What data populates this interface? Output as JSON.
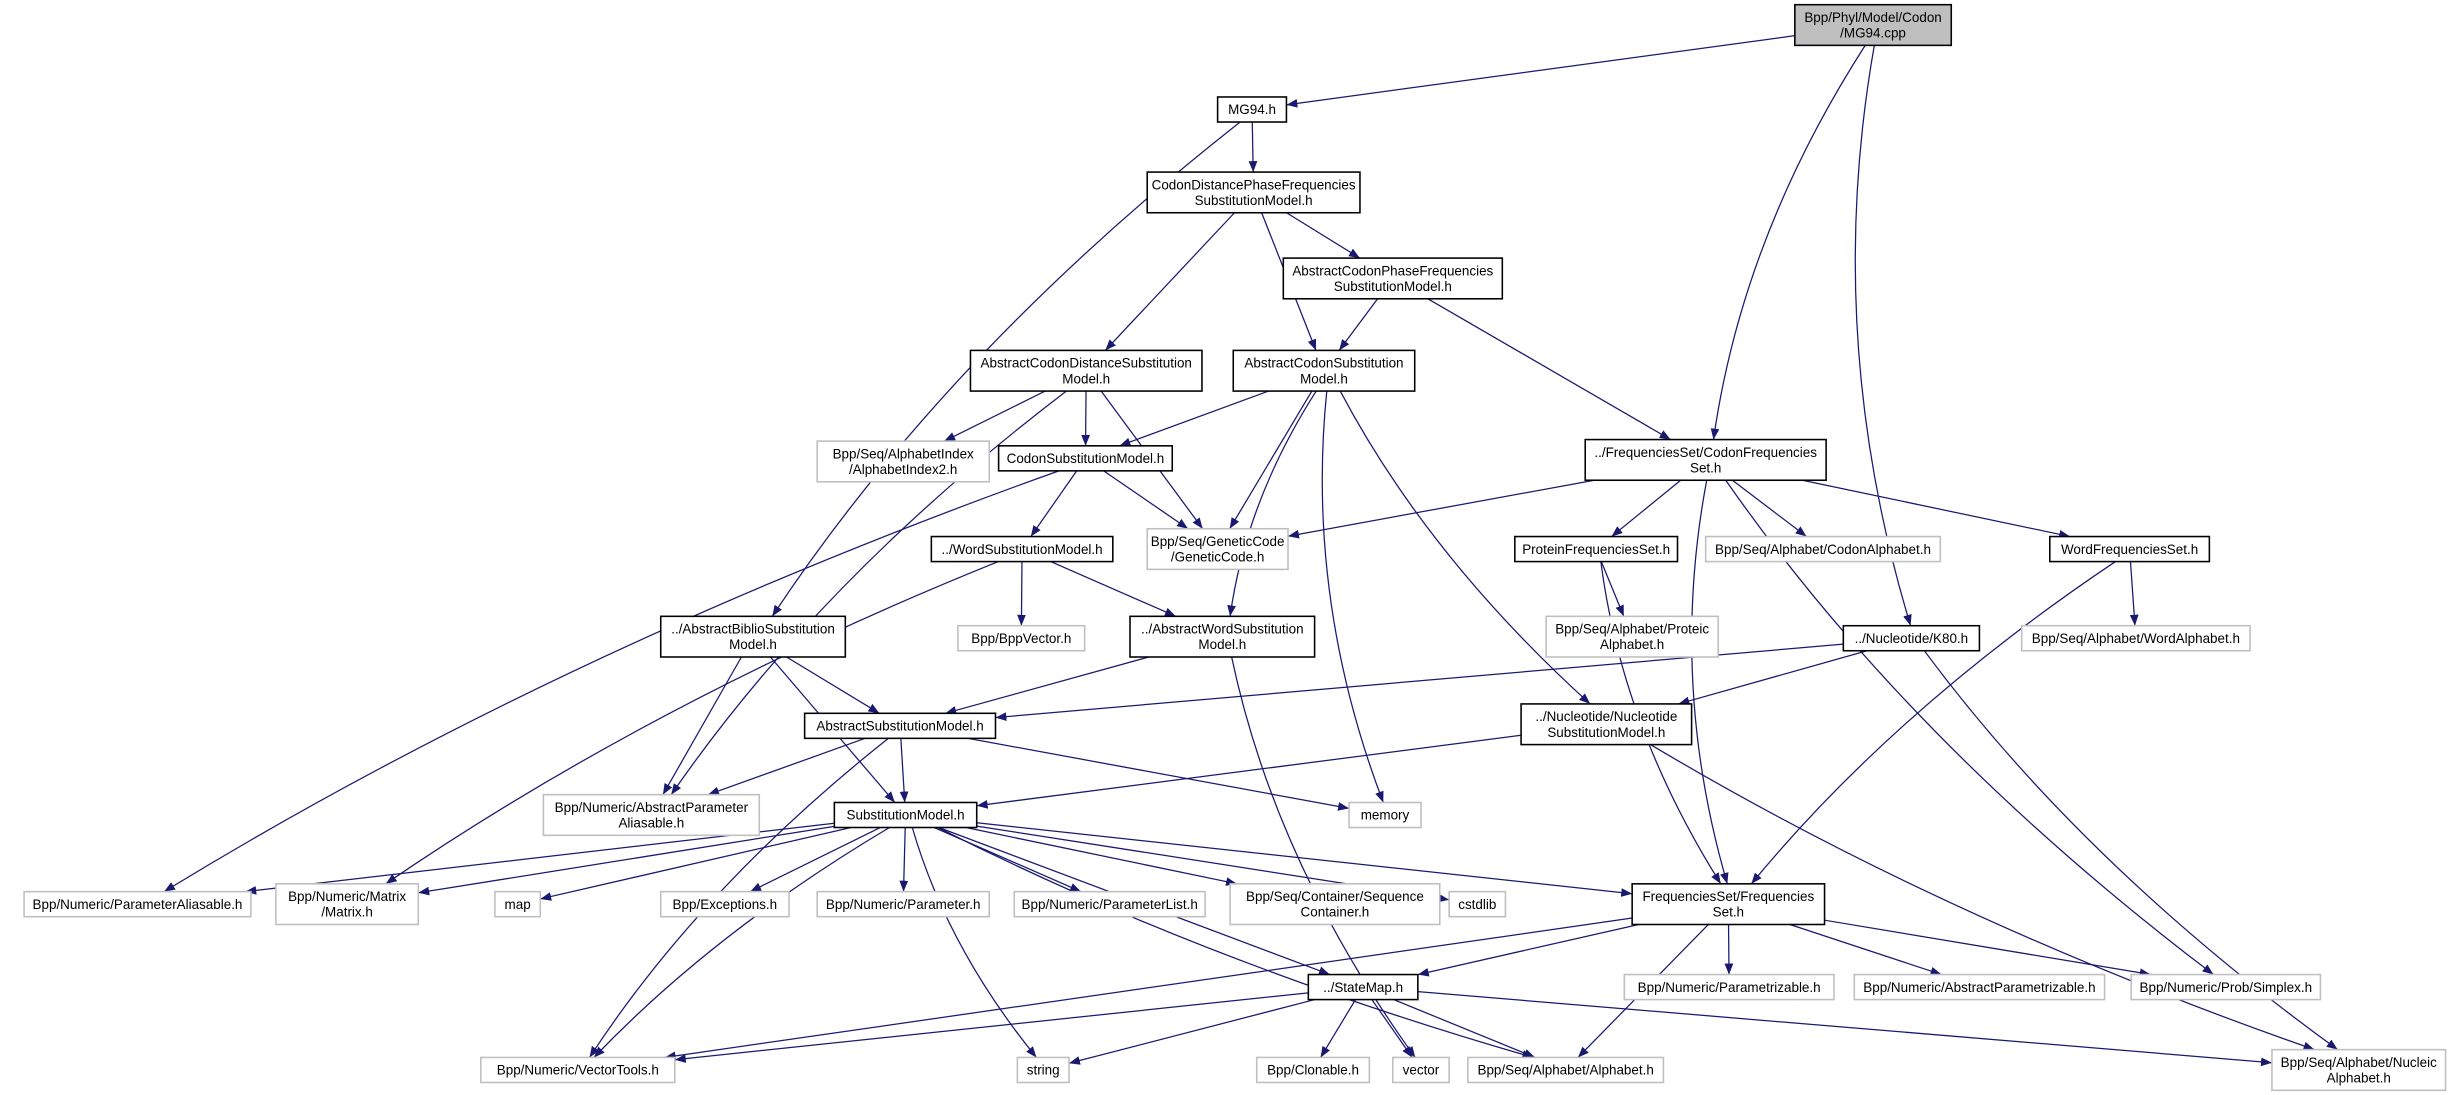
{
  "diagram": {
    "type": "include-dependency-graph",
    "colors": {
      "edge": "#191970",
      "root_fill": "#bfbfbf",
      "root_border": "#000000",
      "documented_border": "#000000",
      "external_border": "#bfbfbf"
    },
    "nodes": [
      {
        "id": "cpp",
        "label": [
          "Bpp/Phyl/Model/Codon",
          "/MG94.cpp"
        ],
        "kind": "root"
      },
      {
        "id": "mg94h",
        "label": [
          "MG94.h"
        ],
        "kind": "doc"
      },
      {
        "id": "cdpf",
        "label": [
          "CodonDistancePhaseFrequencies",
          "SubstitutionModel.h"
        ],
        "kind": "doc"
      },
      {
        "id": "acpf",
        "label": [
          "AbstractCodonPhaseFrequencies",
          "SubstitutionModel.h"
        ],
        "kind": "doc"
      },
      {
        "id": "acds",
        "label": [
          "AbstractCodonDistanceSubstitution",
          "Model.h"
        ],
        "kind": "doc"
      },
      {
        "id": "acs",
        "label": [
          "AbstractCodonSubstitution",
          "Model.h"
        ],
        "kind": "doc"
      },
      {
        "id": "cfs",
        "label": [
          "../FrequenciesSet/CodonFrequencies",
          "Set.h"
        ],
        "kind": "doc"
      },
      {
        "id": "ai2",
        "label": [
          "Bpp/Seq/AlphabetIndex",
          "/AlphabetIndex2.h"
        ],
        "kind": "ext"
      },
      {
        "id": "csm",
        "label": [
          "CodonSubstitutionModel.h"
        ],
        "kind": "doc"
      },
      {
        "id": "gc",
        "label": [
          "Bpp/Seq/GeneticCode",
          "/GeneticCode.h"
        ],
        "kind": "ext"
      },
      {
        "id": "pfs",
        "label": [
          "ProteinFrequenciesSet.h"
        ],
        "kind": "doc"
      },
      {
        "id": "ca",
        "label": [
          "Bpp/Seq/Alphabet/CodonAlphabet.h"
        ],
        "kind": "ext"
      },
      {
        "id": "wfs",
        "label": [
          "WordFrequenciesSet.h"
        ],
        "kind": "doc"
      },
      {
        "id": "wsm",
        "label": [
          "../WordSubstitutionModel.h"
        ],
        "kind": "doc"
      },
      {
        "id": "bv",
        "label": [
          "Bpp/BppVector.h"
        ],
        "kind": "ext"
      },
      {
        "id": "aws",
        "label": [
          "../AbstractWordSubstitution",
          "Model.h"
        ],
        "kind": "doc"
      },
      {
        "id": "abs",
        "label": [
          "../AbstractBiblioSubstitution",
          "Model.h"
        ],
        "kind": "doc"
      },
      {
        "id": "pa",
        "label": [
          "Bpp/Seq/Alphabet/Proteic",
          "Alphabet.h"
        ],
        "kind": "ext"
      },
      {
        "id": "k80",
        "label": [
          "../Nucleotide/K80.h"
        ],
        "kind": "doc"
      },
      {
        "id": "wa",
        "label": [
          "Bpp/Seq/Alphabet/WordAlphabet.h"
        ],
        "kind": "ext"
      },
      {
        "id": "asm",
        "label": [
          "AbstractSubstitutionModel.h"
        ],
        "kind": "doc"
      },
      {
        "id": "nsm",
        "label": [
          "../Nucleotide/Nucleotide",
          "SubstitutionModel.h"
        ],
        "kind": "doc"
      },
      {
        "id": "apa",
        "label": [
          "Bpp/Numeric/AbstractParameter",
          "Aliasable.h"
        ],
        "kind": "ext"
      },
      {
        "id": "mem",
        "label": [
          "memory"
        ],
        "kind": "ext"
      },
      {
        "id": "sm",
        "label": [
          "SubstitutionModel.h"
        ],
        "kind": "doc"
      },
      {
        "id": "pal",
        "label": [
          "Bpp/Numeric/ParameterAliasable.h"
        ],
        "kind": "ext"
      },
      {
        "id": "mat",
        "label": [
          "Bpp/Numeric/Matrix",
          "/Matrix.h"
        ],
        "kind": "ext"
      },
      {
        "id": "map",
        "label": [
          "map"
        ],
        "kind": "ext"
      },
      {
        "id": "exc",
        "label": [
          "Bpp/Exceptions.h"
        ],
        "kind": "ext"
      },
      {
        "id": "par",
        "label": [
          "Bpp/Numeric/Parameter.h"
        ],
        "kind": "ext"
      },
      {
        "id": "pl",
        "label": [
          "Bpp/Numeric/ParameterList.h"
        ],
        "kind": "ext"
      },
      {
        "id": "sc",
        "label": [
          "Bpp/Seq/Container/Sequence",
          "Container.h"
        ],
        "kind": "ext"
      },
      {
        "id": "cstd",
        "label": [
          "cstdlib"
        ],
        "kind": "ext"
      },
      {
        "id": "fs",
        "label": [
          "FrequenciesSet/Frequencies",
          "Set.h"
        ],
        "kind": "doc"
      },
      {
        "id": "stm",
        "label": [
          "../StateMap.h"
        ],
        "kind": "doc"
      },
      {
        "id": "prm",
        "label": [
          "Bpp/Numeric/Parametrizable.h"
        ],
        "kind": "ext"
      },
      {
        "id": "aprm",
        "label": [
          "Bpp/Numeric/AbstractParametrizable.h"
        ],
        "kind": "ext"
      },
      {
        "id": "spx",
        "label": [
          "Bpp/Numeric/Prob/Simplex.h"
        ],
        "kind": "ext"
      },
      {
        "id": "vt",
        "label": [
          "Bpp/Numeric/VectorTools.h"
        ],
        "kind": "ext"
      },
      {
        "id": "str",
        "label": [
          "string"
        ],
        "kind": "ext"
      },
      {
        "id": "clo",
        "label": [
          "Bpp/Clonable.h"
        ],
        "kind": "ext"
      },
      {
        "id": "vec",
        "label": [
          "vector"
        ],
        "kind": "ext"
      },
      {
        "id": "alp",
        "label": [
          "Bpp/Seq/Alphabet/Alphabet.h"
        ],
        "kind": "ext"
      },
      {
        "id": "na",
        "label": [
          "Bpp/Seq/Alphabet/Nucleic",
          "Alphabet.h"
        ],
        "kind": "ext"
      }
    ],
    "edges": [
      [
        "cpp",
        "mg94h"
      ],
      [
        "cpp",
        "cfs"
      ],
      [
        "cpp",
        "k80"
      ],
      [
        "mg94h",
        "cdpf"
      ],
      [
        "mg94h",
        "abs"
      ],
      [
        "cdpf",
        "acpf"
      ],
      [
        "cdpf",
        "acds"
      ],
      [
        "cdpf",
        "acs"
      ],
      [
        "acpf",
        "acs"
      ],
      [
        "acpf",
        "cfs"
      ],
      [
        "acds",
        "ai2"
      ],
      [
        "acds",
        "csm"
      ],
      [
        "acds",
        "gc"
      ],
      [
        "acds",
        "apa"
      ],
      [
        "acs",
        "csm"
      ],
      [
        "acs",
        "gc"
      ],
      [
        "acs",
        "aws"
      ],
      [
        "acs",
        "mem"
      ],
      [
        "acs",
        "nsm"
      ],
      [
        "csm",
        "gc"
      ],
      [
        "csm",
        "wsm"
      ],
      [
        "csm",
        "pal"
      ],
      [
        "cfs",
        "gc"
      ],
      [
        "cfs",
        "pfs"
      ],
      [
        "cfs",
        "ca"
      ],
      [
        "cfs",
        "wfs"
      ],
      [
        "cfs",
        "fs"
      ],
      [
        "cfs",
        "spx"
      ],
      [
        "wsm",
        "bv"
      ],
      [
        "wsm",
        "aws"
      ],
      [
        "wsm",
        "mat"
      ],
      [
        "pfs",
        "pa"
      ],
      [
        "pfs",
        "fs"
      ],
      [
        "wfs",
        "wa"
      ],
      [
        "wfs",
        "fs"
      ],
      [
        "abs",
        "asm"
      ],
      [
        "abs",
        "apa"
      ],
      [
        "abs",
        "sm"
      ],
      [
        "aws",
        "asm"
      ],
      [
        "aws",
        "vec"
      ],
      [
        "k80",
        "asm"
      ],
      [
        "k80",
        "nsm"
      ],
      [
        "k80",
        "na"
      ],
      [
        "asm",
        "apa"
      ],
      [
        "asm",
        "sm"
      ],
      [
        "asm",
        "mem"
      ],
      [
        "asm",
        "vt"
      ],
      [
        "nsm",
        "sm"
      ],
      [
        "nsm",
        "na"
      ],
      [
        "sm",
        "pal"
      ],
      [
        "sm",
        "mat"
      ],
      [
        "sm",
        "map"
      ],
      [
        "sm",
        "exc"
      ],
      [
        "sm",
        "par"
      ],
      [
        "sm",
        "pl"
      ],
      [
        "sm",
        "sc"
      ],
      [
        "sm",
        "cstd"
      ],
      [
        "sm",
        "fs"
      ],
      [
        "sm",
        "stm"
      ],
      [
        "sm",
        "vt"
      ],
      [
        "sm",
        "str"
      ],
      [
        "sm",
        "alp"
      ],
      [
        "fs",
        "stm"
      ],
      [
        "fs",
        "prm"
      ],
      [
        "fs",
        "aprm"
      ],
      [
        "fs",
        "spx"
      ],
      [
        "fs",
        "vt"
      ],
      [
        "fs",
        "alp"
      ],
      [
        "stm",
        "vt"
      ],
      [
        "stm",
        "str"
      ],
      [
        "stm",
        "clo"
      ],
      [
        "stm",
        "vec"
      ],
      [
        "stm",
        "alp"
      ],
      [
        "stm",
        "na"
      ]
    ]
  }
}
